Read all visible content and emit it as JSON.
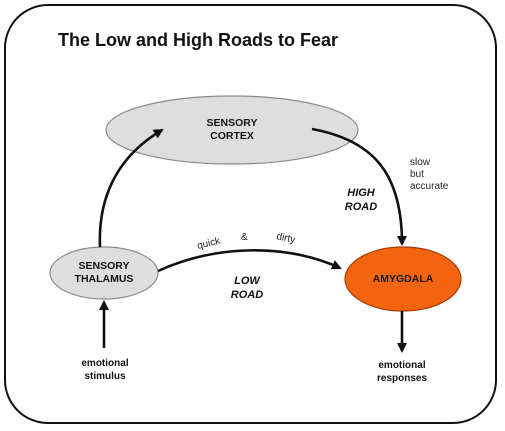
{
  "title": "The Low and High Roads to Fear",
  "nodes": {
    "sensory_cortex": {
      "line1": "SENSORY",
      "line2": "CORTEX",
      "fill": "#dedede"
    },
    "sensory_thalamus": {
      "line1": "SENSORY",
      "line2": "THALAMUS",
      "fill": "#dedede"
    },
    "amygdala": {
      "label": "AMYGDALA",
      "fill": "#f2640f"
    }
  },
  "roads": {
    "high": {
      "line1": "HIGH",
      "line2": "ROAD",
      "note_line1": "slow",
      "note_line2": "but",
      "note_line3": "accurate"
    },
    "low": {
      "line1": "LOW",
      "line2": "ROAD",
      "note_word1": "quick",
      "note_word2": "&",
      "note_word3": "dirty"
    }
  },
  "input": {
    "line1": "emotional",
    "line2": "stimulus"
  },
  "output": {
    "line1": "emotional",
    "line2": "responses"
  }
}
